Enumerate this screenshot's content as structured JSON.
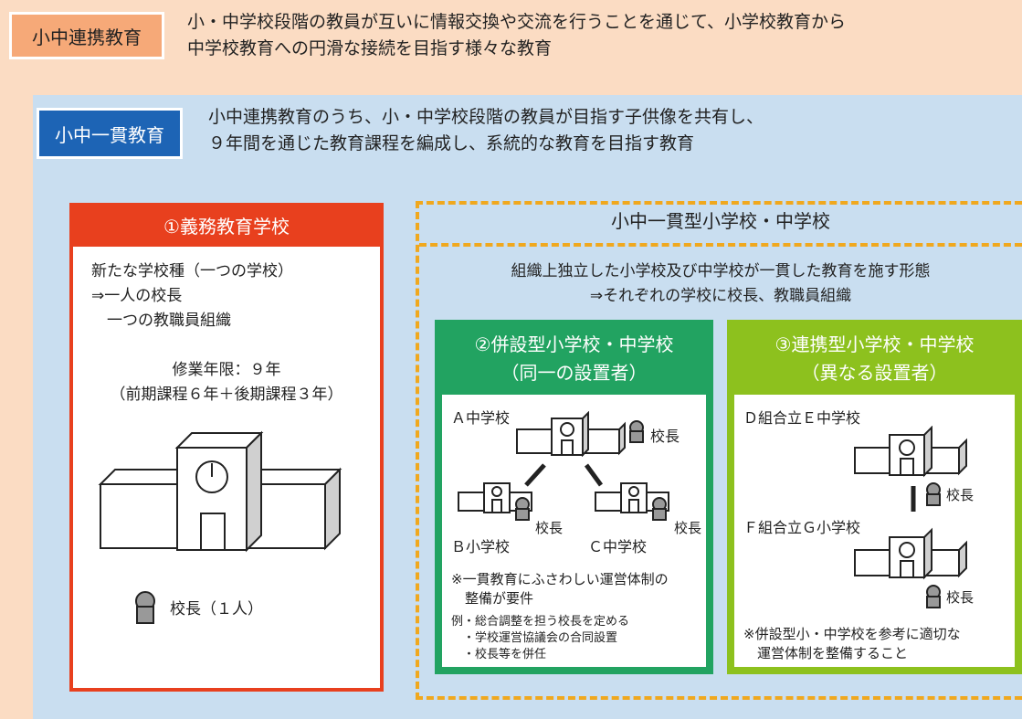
{
  "top": {
    "tag": "小中連携教育",
    "desc1": "小・中学校段階の教員が互いに情報交換や交流を行うことを通じて、小学校教育から",
    "desc2": "中学校教育への円滑な接続を目指す様々な教育"
  },
  "inner": {
    "tag": "小中一貫教育",
    "desc1": "小中連携教育のうち、小・中学校段階の教員が目指す子供像を共有し、",
    "desc2": "９年間を通じた教育課程を編成し、系統的な教育を目指す教育"
  },
  "box1": {
    "title": "①義務教育学校",
    "line1": "新たな学校種（一つの学校）",
    "line2": "⇒一人の校長",
    "line3": "　一つの教職員組織",
    "years": "修業年限：９年",
    "years_detail": "（前期課程６年＋後期課程３年）",
    "principal": "校長（１人）"
  },
  "dashed": {
    "title": "小中一貫型小学校・中学校",
    "sub1": "組織上独立した小学校及び中学校が一貫した教育を施す形態",
    "sub2": "⇒それぞれの学校に校長、教職員組織"
  },
  "box2": {
    "title1": "②併設型小学校・中学校",
    "title2": "（同一の設置者）",
    "school_a": "Ａ中学校",
    "school_b": "Ｂ小学校",
    "school_c": "Ｃ中学校",
    "principal": "校長",
    "note1": "※一貫教育にふさわしい運営体制の",
    "note2": "　整備が要件",
    "ex1": "例・総合調整を担う校長を定める",
    "ex2": "　・学校運営協議会の合同設置",
    "ex3": "　・校長等を併任"
  },
  "box3": {
    "title1": "③連携型小学校・中学校",
    "title2": "（異なる設置者）",
    "school_de": "Ｄ組合立Ｅ中学校",
    "school_fg": "Ｆ組合立Ｇ小学校",
    "principal": "校長",
    "note1": "※併設型小・中学校を参考に適切な",
    "note2": "　運営体制を整備すること"
  }
}
